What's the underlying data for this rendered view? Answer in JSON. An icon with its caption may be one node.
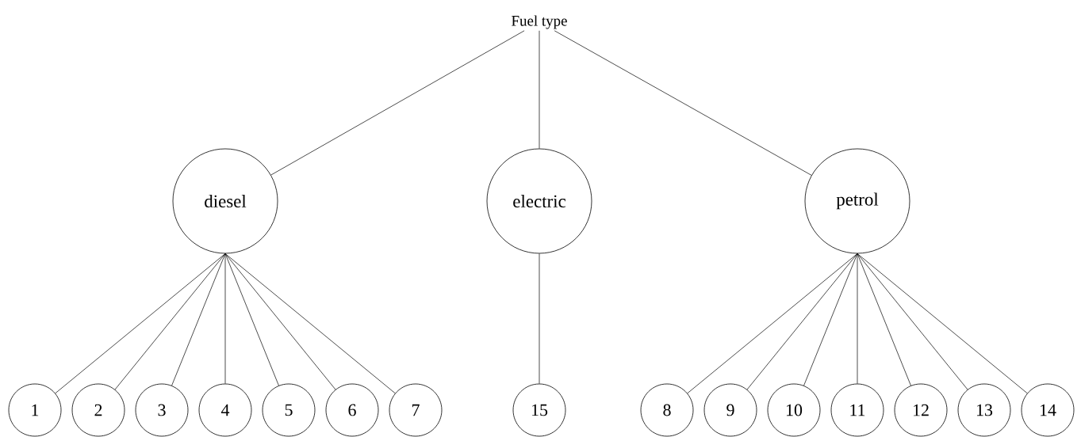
{
  "diagram": {
    "nodes": [
      {
        "text": [
          "Fuel type"
        ]
      },
      {
        "text": [
          "diesel"
        ]
      },
      {
        "text": [
          "electric"
        ]
      },
      {
        "text": [
          "petrol"
        ]
      },
      {
        "text": [
          "1"
        ]
      },
      {
        "text": [
          "2"
        ]
      },
      {
        "text": [
          "3"
        ]
      },
      {
        "text": [
          "4"
        ]
      },
      {
        "text": [
          "5"
        ]
      },
      {
        "text": [
          "6"
        ]
      },
      {
        "text": [
          "7"
        ]
      },
      {
        "text": [
          "15"
        ]
      },
      {
        "text": [
          "8"
        ]
      },
      {
        "text": [
          "9"
        ]
      },
      {
        "text": [
          "10"
        ]
      },
      {
        "text": [
          "11"
        ]
      },
      {
        "text": [
          "12"
        ]
      },
      {
        "text": [
          "13"
        ]
      },
      {
        "text": [
          "14"
        ]
      }
    ],
    "edges": [
      {
        "from": 0,
        "to": 1,
        "arrow": "none"
      },
      {
        "from": 0,
        "to": 2,
        "arrow": "none"
      },
      {
        "from": 0,
        "to": 3,
        "arrow": "none"
      },
      {
        "from": 1,
        "to": 4,
        "arrow": "none"
      },
      {
        "from": 1,
        "to": 5,
        "arrow": "none"
      },
      {
        "from": 1,
        "to": 6,
        "arrow": "none"
      },
      {
        "from": 1,
        "to": 7,
        "arrow": "none"
      },
      {
        "from": 1,
        "to": 8,
        "arrow": "none"
      },
      {
        "from": 1,
        "to": 9,
        "arrow": "none"
      },
      {
        "from": 1,
        "to": 10,
        "arrow": "none"
      },
      {
        "from": 2,
        "to": 11,
        "arrow": "none"
      },
      {
        "from": 3,
        "to": 12,
        "arrow": "none"
      },
      {
        "from": 3,
        "to": 13,
        "arrow": "none"
      },
      {
        "from": 3,
        "to": 14,
        "arrow": "none"
      },
      {
        "from": 3,
        "to": 15,
        "arrow": "none"
      },
      {
        "from": 3,
        "to": 16,
        "arrow": "none"
      },
      {
        "from": 3,
        "to": 17,
        "arrow": "none"
      },
      {
        "from": 3,
        "to": 18,
        "arrow": "none"
      }
    ]
  }
}
